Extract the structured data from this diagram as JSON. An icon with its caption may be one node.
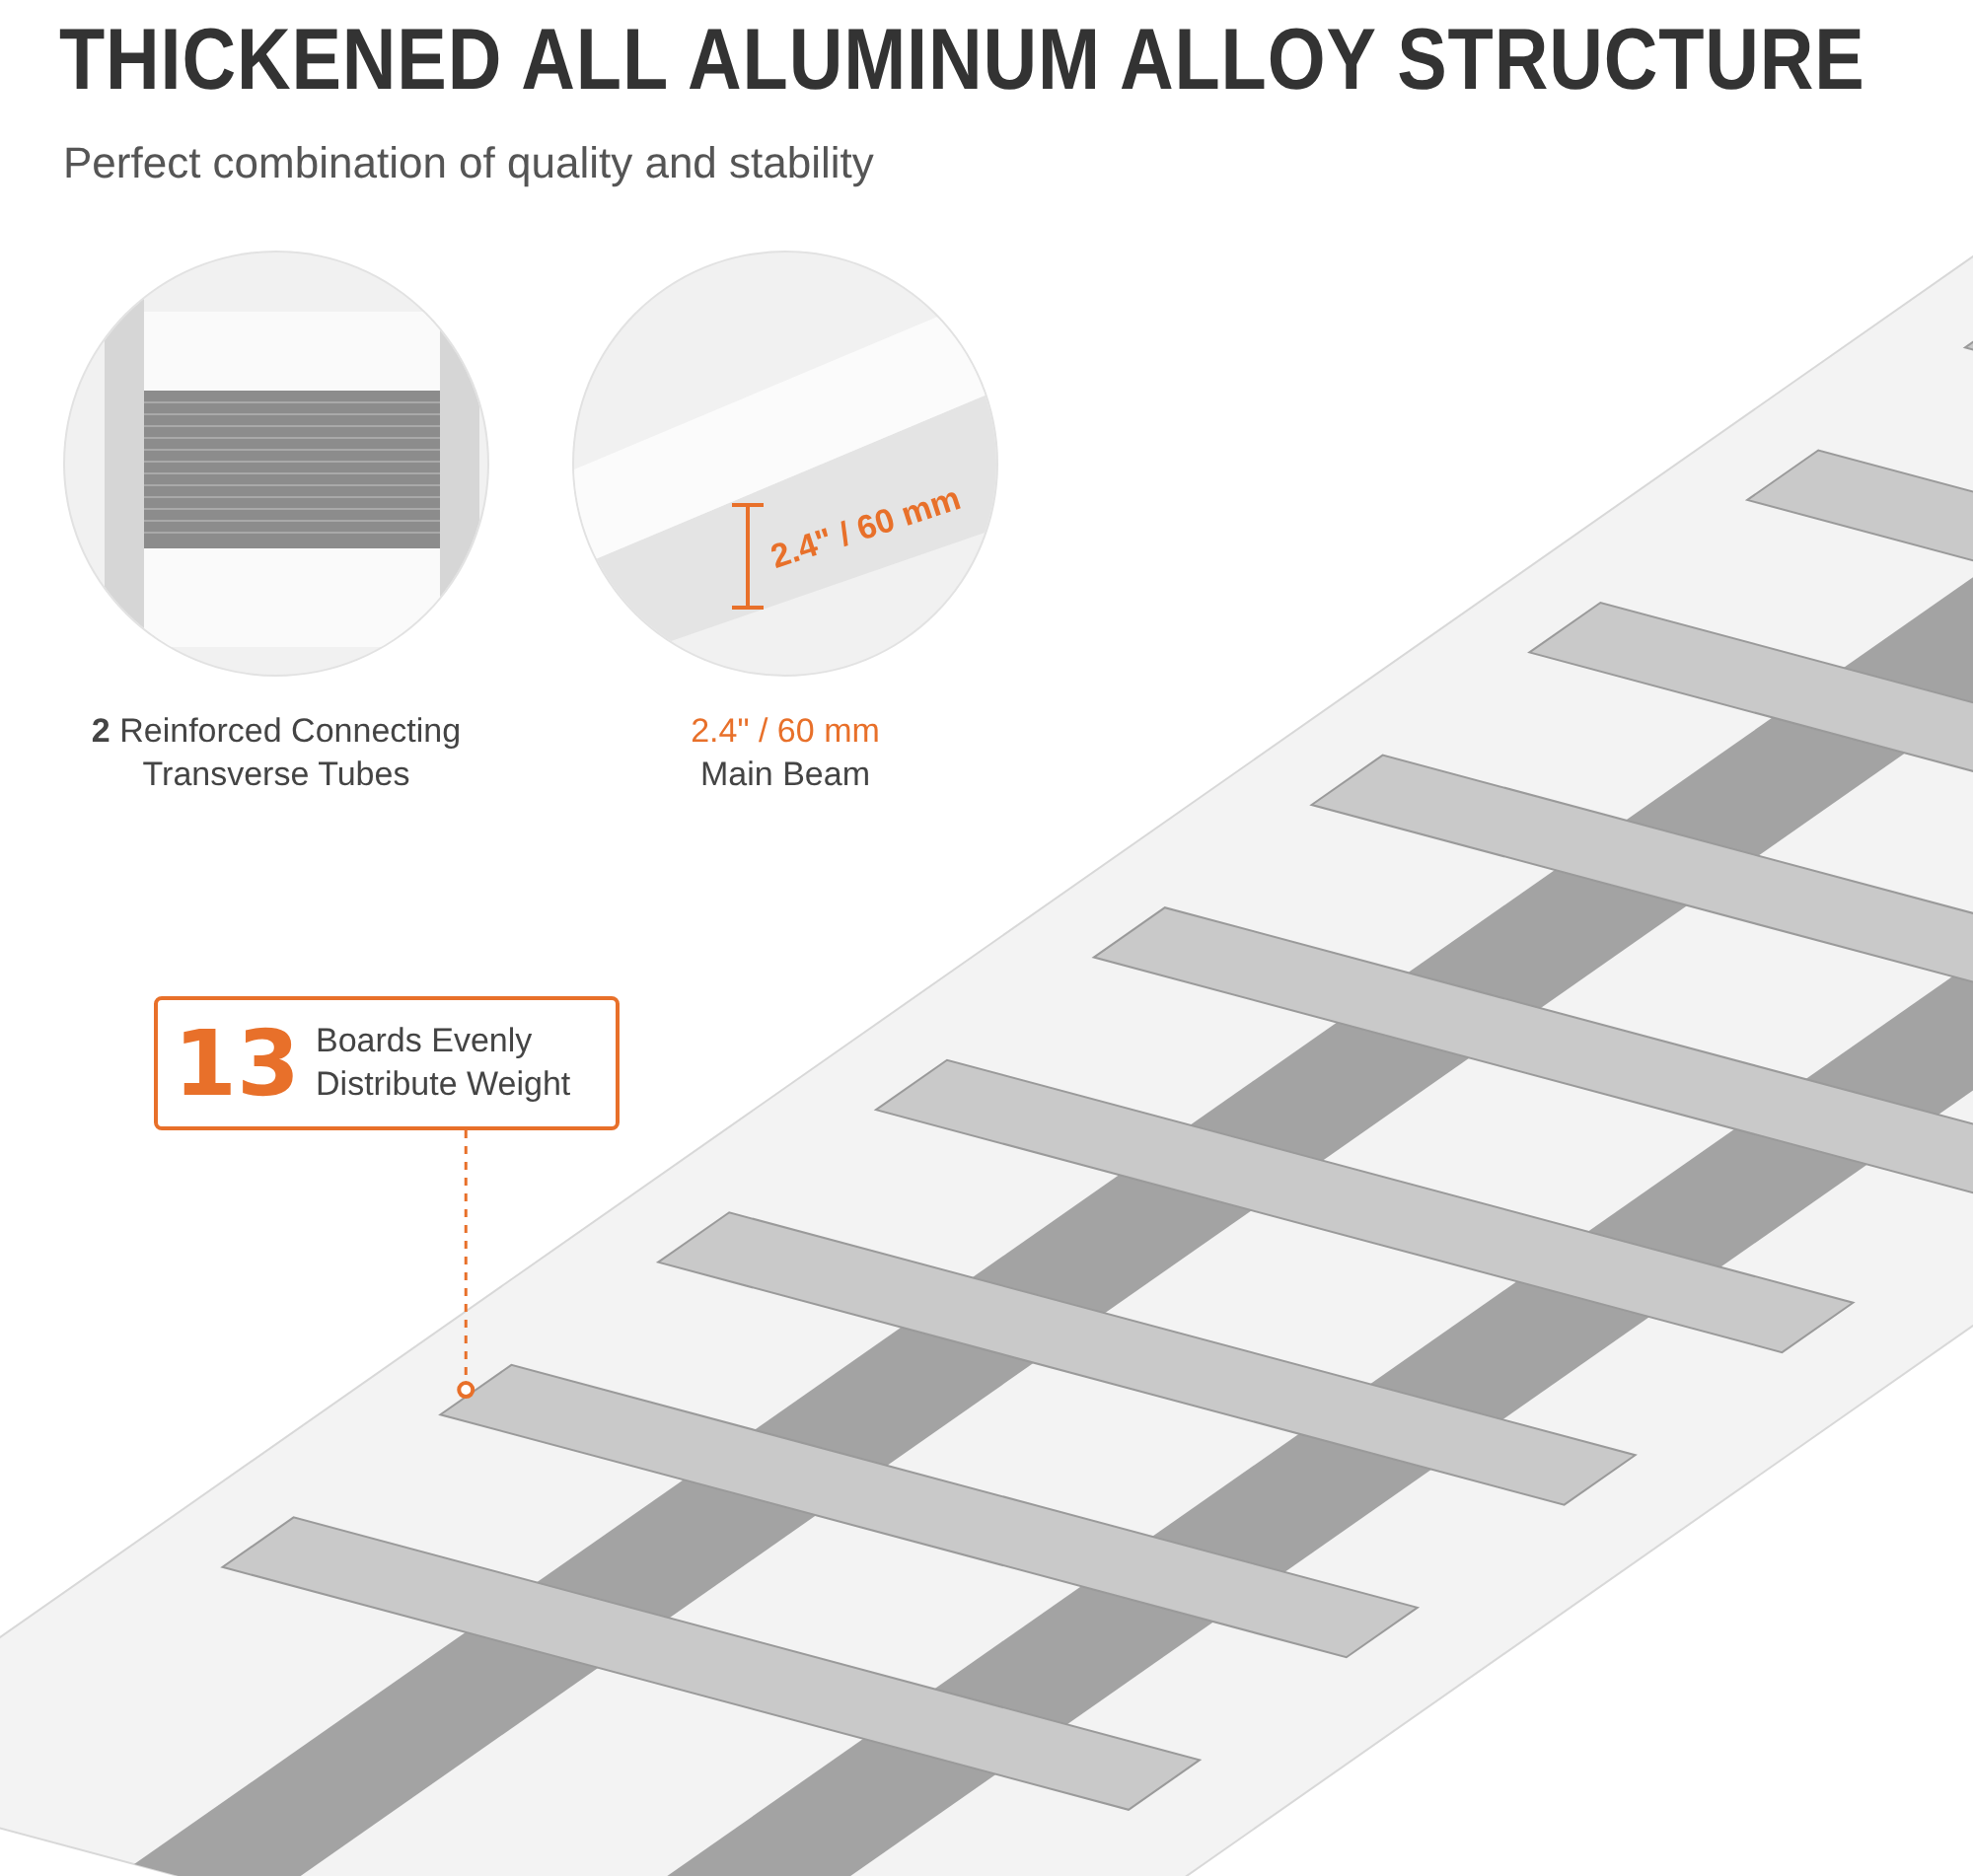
{
  "diagram": {
    "title": "**THICKENED ALL** ALUMINUM ALLOY STRUCTURE",
    "nodes": [
      {
        "text": [],
        "shape": "picture",
        "beside": [
          "**2** Reinforced Connecting Transverse Tubes"
        ]
      },
      {
        "text": [
          "2.4\" / 60 mm"
        ],
        "beside": [
          "2.4\" / 60 mm",
          "Main Beam"
        ]
      },
      {
        "text": [
          "13",
          "Boards Evenly Distribute Weight"
        ]
      },
      {
        "text": [],
        "shape": "bar"
      },
      {
        "text": [],
        "shape": "bar"
      },
      {
        "text": [],
        "shape": "bar"
      },
      {
        "text": [],
        "shape": "bar"
      },
      {
        "text": [],
        "shape": "bar"
      },
      {
        "text": [],
        "shape": "bar"
      },
      {
        "text": [],
        "shape": "bar"
      },
      {
        "text": [],
        "shape": "bar"
      },
      {
        "text": [],
        "shape": "bar"
      }
    ],
    "edges": [
      {
        "from": 2,
        "to": 4,
        "arrow": "other",
        "style": "dashed"
      }
    ],
    "labels": [
      "Perfect combination of quality and stability"
    ]
  }
}
